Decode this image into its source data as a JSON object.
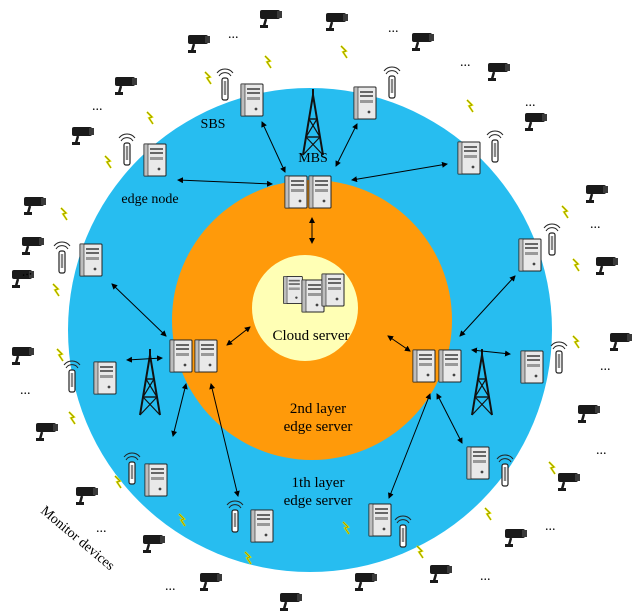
{
  "labels": {
    "cloud_server": "Cloud server",
    "layer2_line1": "2nd layer",
    "layer2_line2": "edge server",
    "layer1_line1": "1th layer",
    "layer1_line2": "edge server",
    "sbs": "SBS",
    "mbs": "MBS",
    "edge_node": "edge node",
    "monitor_devices": "Monitor devices",
    "ellipsis": "..."
  },
  "colors": {
    "outer_ring": "#27bdf0",
    "middle_ring": "#ff9a0a",
    "inner_core": "#ffffb5",
    "server_body": "#e9e9e9",
    "signal": "#e6e600",
    "camera": "#1a1a1a"
  },
  "icons": [
    "server-icon",
    "tower-icon",
    "antenna-icon",
    "camera-icon",
    "wireless-signal-icon"
  ]
}
